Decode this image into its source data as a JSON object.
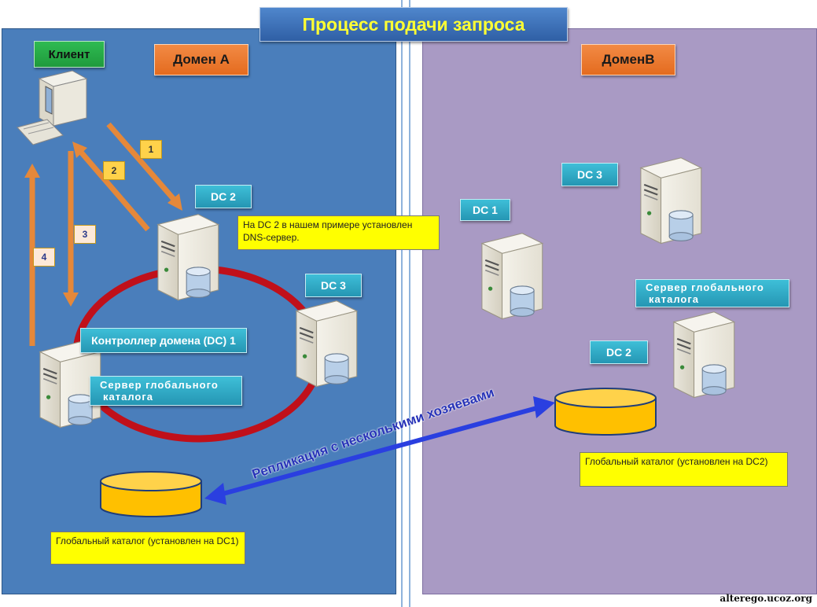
{
  "title": "Процесс подачи запроса",
  "domain_a": {
    "label": "Домен А",
    "client_label": "Клиент",
    "dc2_label": "DC  2",
    "dc3_label": "DC  3",
    "dc1_label": "Контроллер домена (DC) 1",
    "gc_server_label_line1": "Сервер глобального",
    "gc_server_label_line2": "каталога",
    "dns_note": "На DC 2 в нашем примере установлен DNS-сервер.",
    "gc_note": "Глобальный каталог (установлен на DC1)",
    "steps": [
      "1",
      "2",
      "3",
      "4"
    ]
  },
  "domain_b": {
    "label": "ДоменВ",
    "dc1_label": "DC  1",
    "dc2_label": "DC  2",
    "dc3_label": "DC  3",
    "gc_server_label_line1": "Сервер глобального",
    "gc_server_label_line2": "каталога",
    "gc_note": "Глобальный каталог (установлен на DC2)"
  },
  "replication_label": "Репликация с несколькими хозяевами",
  "watermark": "alterego.ucoz.org",
  "colors": {
    "domain_a_bg": "#4a7ebb",
    "domain_b_bg": "#a99ac4",
    "title_text": "#ffff33",
    "orange_label": "#e46b1f",
    "teal_label": "#2596b3",
    "note_bg": "#ffff00",
    "ring": "#c0101a",
    "arrow": "#f0a050",
    "replication_arrow": "#2a3fe0",
    "catalog_fill": "#ffc000"
  }
}
